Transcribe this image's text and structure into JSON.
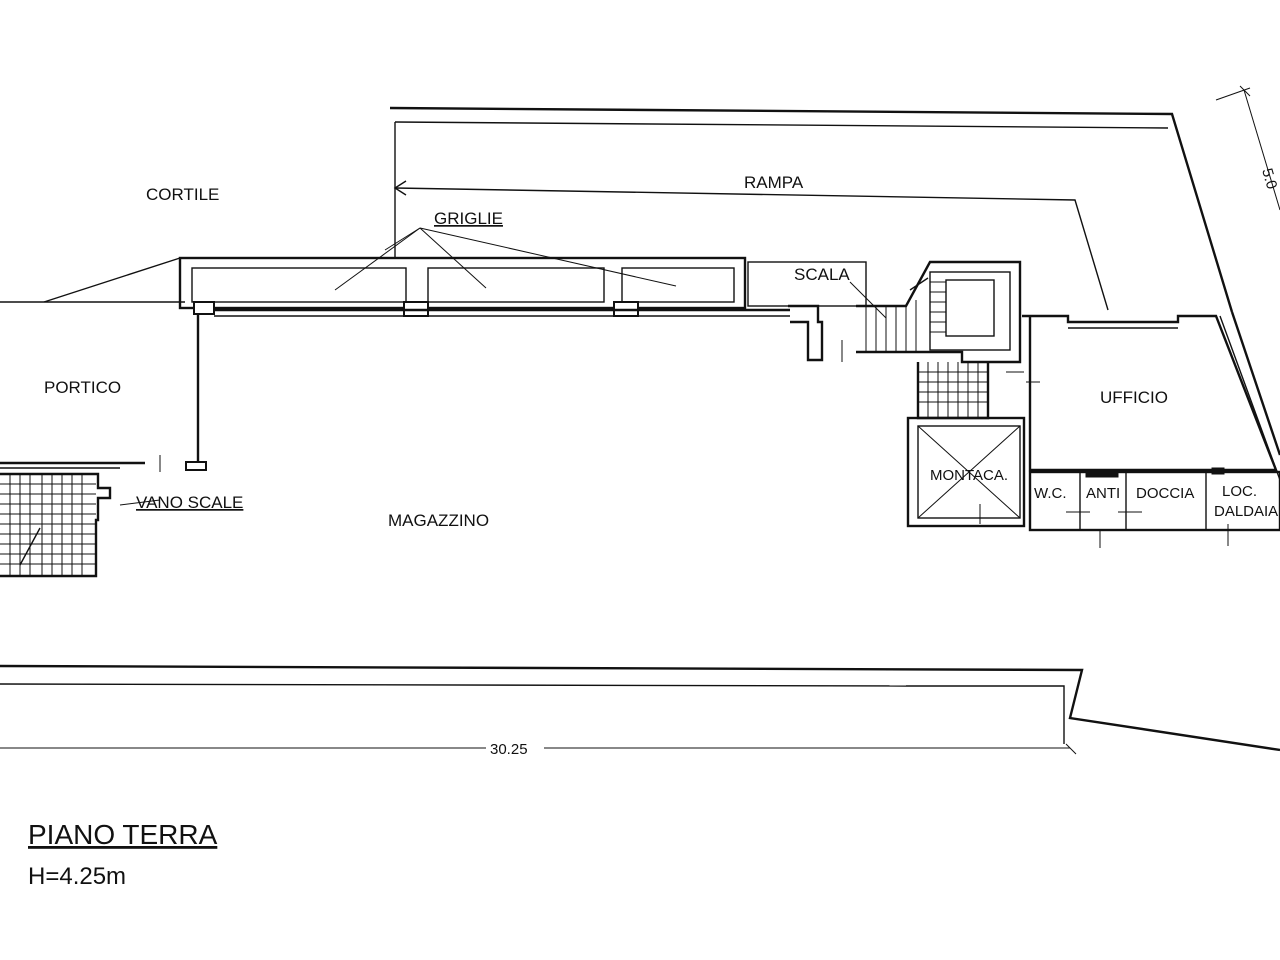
{
  "plan": {
    "rooms": {
      "cortile": "CORTILE",
      "rampa": "RAMPA",
      "griglie": "GRIGLIE",
      "scala": "SCALA",
      "portico": "PORTICO",
      "ufficio": "UFFICIO",
      "montacarichi": "MONTACA.",
      "wc": "W.C.",
      "anti": "ANTI",
      "doccia": "DOCCIA",
      "loc_caldaia_1": "LOC.",
      "loc_caldaia_2": "DALDAIA",
      "vano_scale": "VANO SCALE",
      "magazzino": "MAGAZZINO"
    },
    "dimensions": {
      "length": "30.25",
      "side": "5.0"
    },
    "title": "PIANO TERRA",
    "height": "H=4.25m"
  },
  "colors": {
    "ink": "#111111",
    "paper": "#ffffff"
  }
}
